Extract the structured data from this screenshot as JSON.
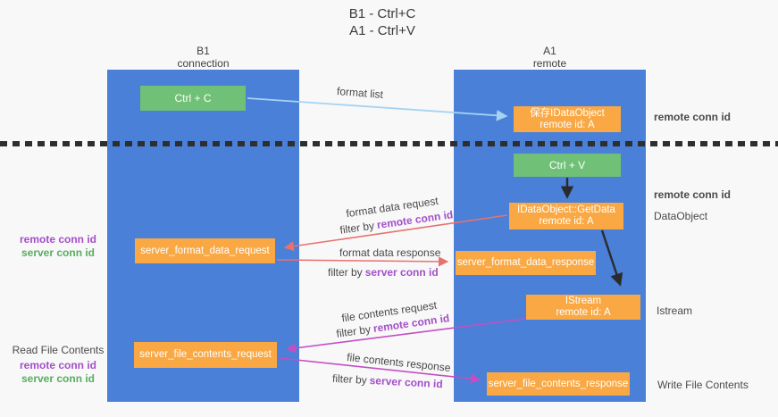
{
  "title": {
    "line1": "B1 - Ctrl+C",
    "line2": "A1 - Ctrl+V"
  },
  "columns": {
    "left": {
      "title": "B1",
      "subtitle": "connection"
    },
    "right": {
      "title": "A1",
      "subtitle": "remote"
    }
  },
  "nodes": {
    "ctrl_c": {
      "label": "Ctrl + C"
    },
    "save_idataobject": {
      "line1": "保存IDataObject",
      "line2": "remote id: A"
    },
    "ctrl_v": {
      "label": "Ctrl + V"
    },
    "getdata": {
      "line1": "IDataObject::GetData",
      "line2": "remote id: A"
    },
    "server_format_data_request": {
      "label": "server_format_data_request"
    },
    "server_format_data_response": {
      "label": "server_format_data_response"
    },
    "istream": {
      "line1": "IStream",
      "line2": "remote id: A"
    },
    "server_file_contents_request": {
      "label": "server_file_contents_request"
    },
    "server_file_contents_response": {
      "label": "server_file_contents_response"
    }
  },
  "flow_labels": {
    "format_list": "format list",
    "format_data_request": "format data request",
    "format_data_response": "format data response",
    "file_contents_request": "file contents request",
    "file_contents_response": "file contents response",
    "filter_by": "filter by",
    "remote_conn_id": "remote conn id",
    "server_conn_id": "server conn id"
  },
  "side_labels": {
    "remote_conn_id_top_right": "remote conn id",
    "remote_conn_id_mid_right": "remote conn id",
    "dataobject": "DataObject",
    "istream": "Istream",
    "write_file_contents": "Write File Contents",
    "remote_conn_id_left": "remote conn id",
    "server_conn_id_left": "server conn id",
    "read_file_contents": "Read File Contents",
    "remote_conn_id_bottom_left": "remote conn id",
    "server_conn_id_bottom_left": "server conn id"
  },
  "colors": {
    "column_blue": "#4a80d8",
    "box_green": "#71c077",
    "box_orange": "#f9a843",
    "arrow_light_blue": "#a6d3f2",
    "arrow_red": "#e8716e",
    "arrow_magenta": "#c44ec4",
    "arrow_black": "#2b2b2b",
    "text_purple": "#a34fc9",
    "text_green": "#58ac60",
    "text_dark": "#3d3d3d"
  }
}
